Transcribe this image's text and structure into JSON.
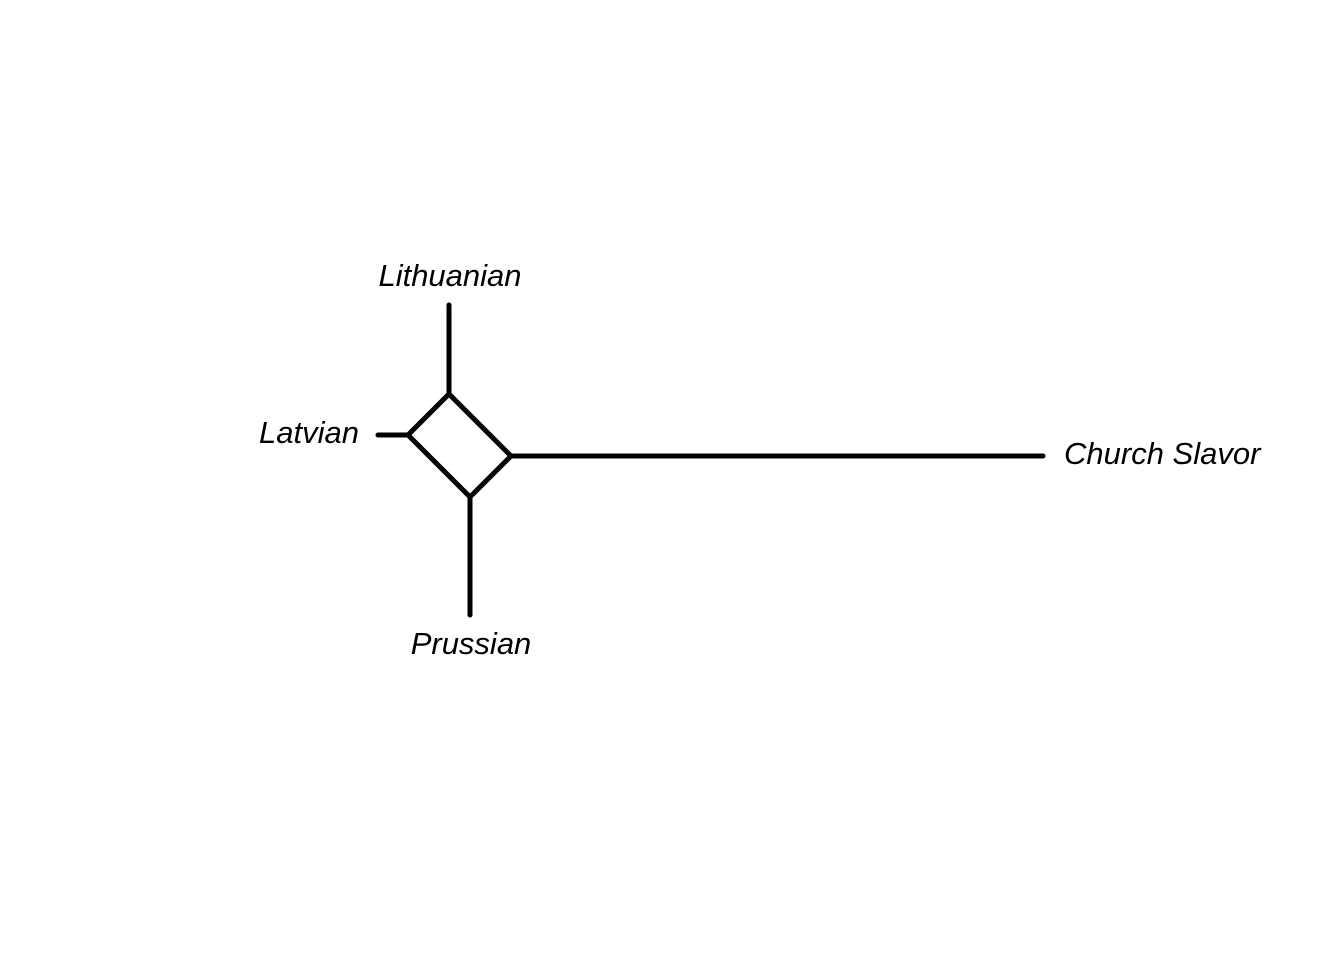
{
  "diagram": {
    "type": "splits-network",
    "line_color": "#000000",
    "background_color": "#ffffff",
    "taxa": {
      "lithuanian": "Lithuanian",
      "latvian": "Latvian",
      "prussian": "Prussian",
      "church_slavonic": "Church Slavor"
    }
  }
}
